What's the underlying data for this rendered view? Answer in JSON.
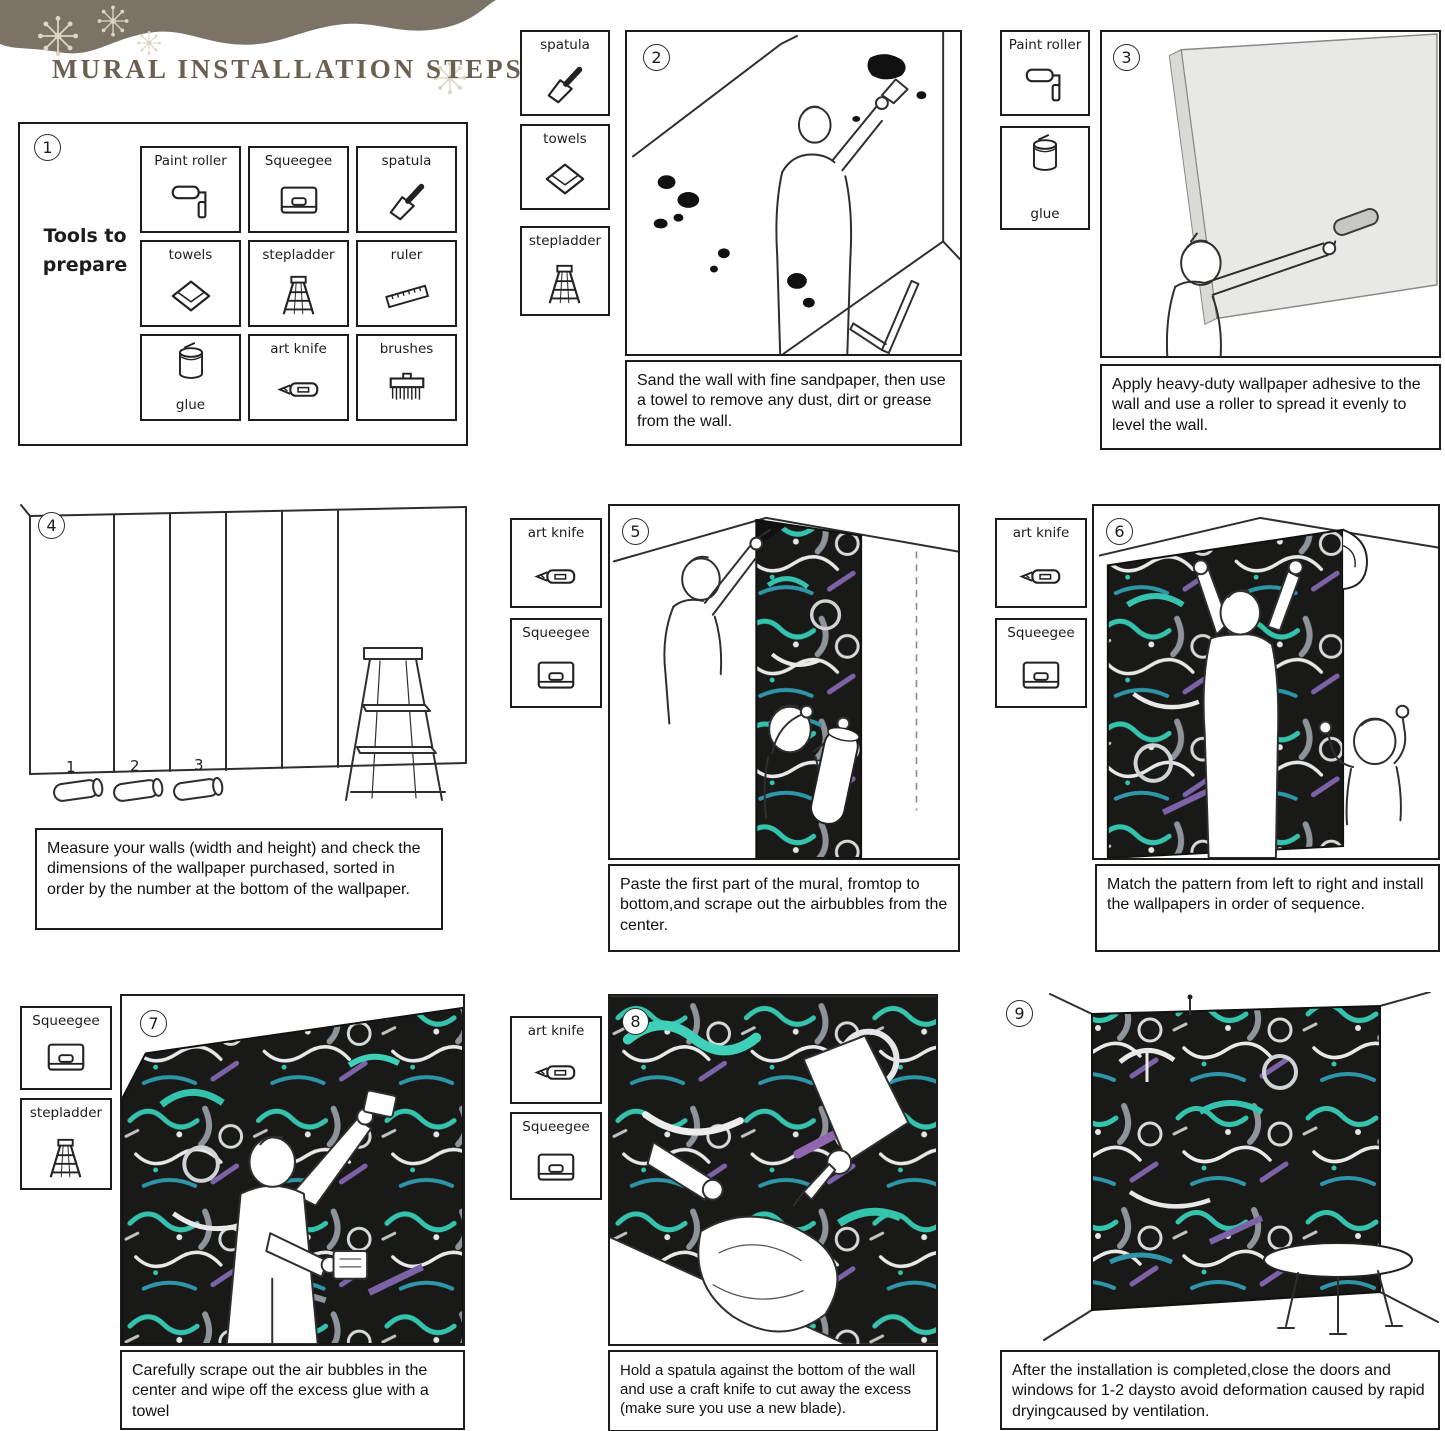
{
  "header": {
    "title": "MURAL INSTALLATION STEPS"
  },
  "tools_panel": {
    "number": "1",
    "label": "Tools to prepare",
    "items": [
      {
        "label": "Paint roller",
        "icon": "paint-roller-icon"
      },
      {
        "label": "Squeegee",
        "icon": "squeegee-icon"
      },
      {
        "label": "spatula",
        "icon": "spatula-icon"
      },
      {
        "label": "towels",
        "icon": "towel-icon"
      },
      {
        "label": "stepladder",
        "icon": "stepladder-icon"
      },
      {
        "label": "ruler",
        "icon": "ruler-icon"
      },
      {
        "label": "glue",
        "icon": "glue-bucket-icon"
      },
      {
        "label": "art knife",
        "icon": "art-knife-icon"
      },
      {
        "label": "brushes",
        "icon": "brush-icon"
      }
    ]
  },
  "steps": {
    "step2": {
      "number": "2",
      "tools": [
        {
          "label": "spatula"
        },
        {
          "label": "towels"
        },
        {
          "label": "stepladder"
        }
      ],
      "caption": "Sand the wall with fine sandpaper, then use a towel to remove any dust, dirt or grease from the wall."
    },
    "step3": {
      "number": "3",
      "tools": [
        {
          "label": "Paint roller"
        },
        {
          "label": "glue"
        }
      ],
      "caption": "Apply heavy-duty wallpaper adhesive to the wall and use a roller to spread it evenly to level the wall."
    },
    "step4": {
      "number": "4",
      "roll_labels": [
        "1",
        "2",
        "3"
      ],
      "caption": "Measure your walls (width and height) and check the dimensions of the wallpaper purchased, sorted in order by the number at the bottom of the wallpaper."
    },
    "step5": {
      "number": "5",
      "tools": [
        {
          "label": "art knife"
        },
        {
          "label": "Squeegee"
        }
      ],
      "caption": "Paste the first part of the mural, fromtop to bottom,and scrape out the airbubbles from the center."
    },
    "step6": {
      "number": "6",
      "tools": [
        {
          "label": "art knife"
        },
        {
          "label": "Squeegee"
        }
      ],
      "caption": "Match the pattern from left to right and install the wallpapers in order of sequence."
    },
    "step7": {
      "number": "7",
      "tools": [
        {
          "label": "Squeegee"
        },
        {
          "label": "stepladder"
        }
      ],
      "caption": "Carefully scrape out the air bubbles in the center and wipe off the excess glue with a towel"
    },
    "step8": {
      "number": "8",
      "tools": [
        {
          "label": "art knife"
        },
        {
          "label": "Squeegee"
        }
      ],
      "caption": "Hold a spatula against the bottom of the wall and use a craft knife to cut away the excess (make sure you use a new blade)."
    },
    "step9": {
      "number": "9",
      "caption": "After the installation is completed,close the doors and windows for 1-2 daysto avoid deformation caused by rapid dryingcaused by ventilation."
    }
  },
  "colors": {
    "banner": "#7b7365",
    "title_text": "#6a6052",
    "graffiti_teal": "#35c3ae",
    "graffiti_bg": "#191a17"
  }
}
